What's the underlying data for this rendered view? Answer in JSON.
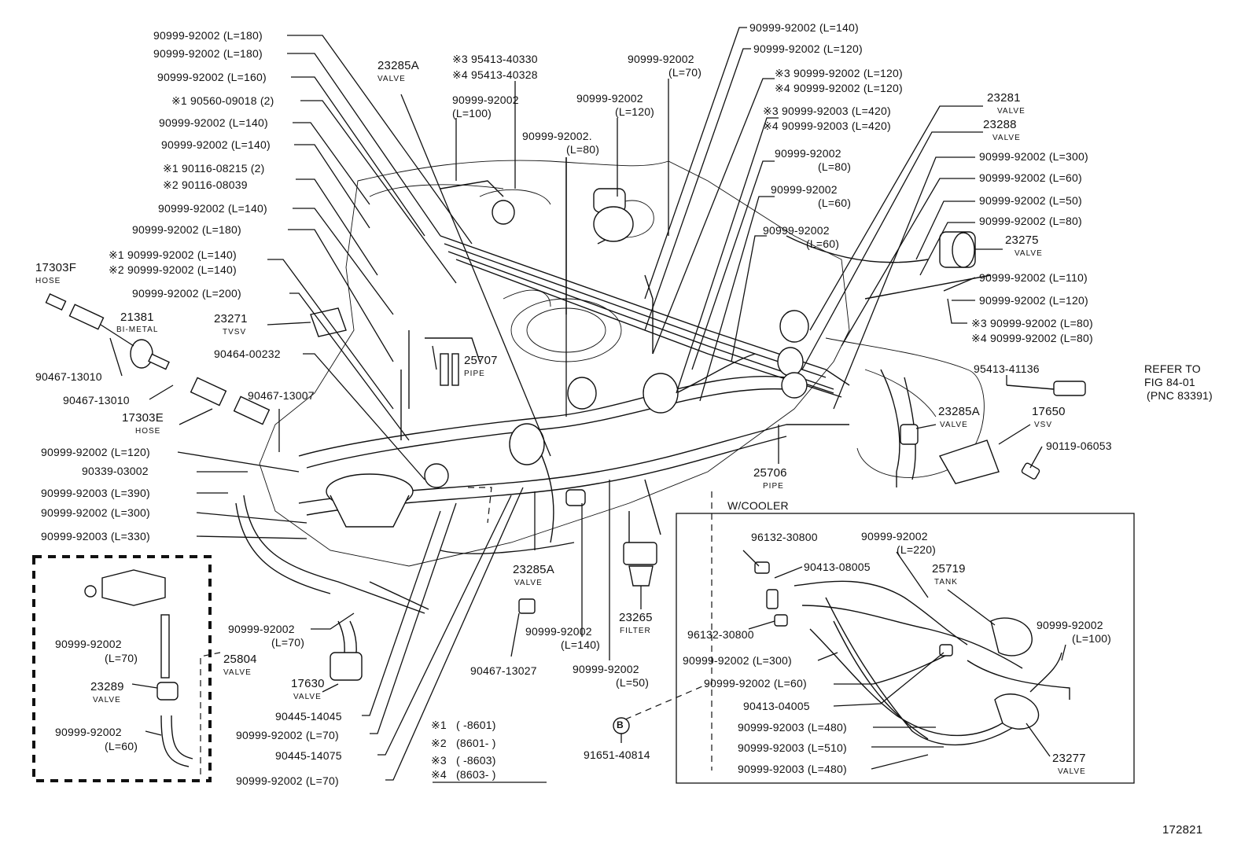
{
  "figure_number": "172821",
  "cooler_box_title": "W/COOLER",
  "refer": {
    "line1": "REFER TO",
    "line2": "FIG 84-01",
    "line3": "(PNC 83391)"
  },
  "left_labels": [
    "90999-92002 (L=180)",
    "90999-92002 (L=180)",
    "90999-92002 (L=160)",
    "※1 90560-09018 (2)",
    "90999-92002 (L=140)",
    "90999-92002 (L=140)",
    "※1 90116-08215 (2)",
    "※2 90116-08039",
    "90999-92002 (L=140)",
    "90999-92002 (L=180)",
    "※1 90999-92002 (L=140)",
    "※2 90999-92002 (L=140)",
    "90999-92002 (L=200)",
    "90464-00232",
    "90467-13007",
    "90999-92002 (L=120)",
    "90339-03002",
    "90999-92003 (L=390)",
    "90999-92002 (L=300)",
    "90999-92003 (L=330)"
  ],
  "left_parts": {
    "p17303f": {
      "num": "17303F",
      "name": "HOSE"
    },
    "p21381": {
      "num": "21381",
      "name": "BI-METAL"
    },
    "clamp1": "90467-13010",
    "clamp2": "90467-13010",
    "p17303e": {
      "num": "17303E",
      "name": "HOSE"
    },
    "p23271": {
      "num": "23271",
      "name": "TVSV"
    }
  },
  "top_labels": {
    "v23285a": {
      "num": "23285A",
      "name": "VALVE"
    },
    "n3": "※3 95413-40330",
    "n4": "※4 95413-40328",
    "h100": {
      "num": "90999-92002",
      "len": "(L=100)"
    },
    "h70": {
      "num": "90999-92002",
      "len": "(L=70)"
    },
    "h120": {
      "num": "90999-92002",
      "len": "(L=120)"
    },
    "h80": {
      "num": "90999-92002.",
      "len": "(L=80)"
    }
  },
  "right_labels": [
    "90999-92002 (L=140)",
    "90999-92002 (L=120)",
    "※3 90999-92002 (L=120)",
    "※4 90999-92002 (L=120)",
    "※3 90999-92003 (L=420)",
    "※4 90999-92003 (L=420)"
  ],
  "right_small": {
    "r80": {
      "num": "90999-92002",
      "len": "(L=80)"
    },
    "r60a": {
      "num": "90999-92002",
      "len": "(L=60)"
    },
    "r60b": {
      "num": "90999-92002",
      "len": "(L=60)"
    }
  },
  "far_right_labels": [
    "90999-92002 (L=300)",
    "90999-92002 (L=60)",
    "90999-92002 (L=50)",
    "90999-92002 (L=80)",
    "90999-92002 (L=110)",
    "90999-92002 (L=120)",
    "※3 90999-92002 (L=80)",
    "※4 90999-92002 (L=80)"
  ],
  "far_right_parts": {
    "v23281": {
      "num": "23281",
      "name": "VALVE"
    },
    "v23288": {
      "num": "23288",
      "name": "VALVE"
    },
    "v23275": {
      "num": "23275",
      "name": "VALVE"
    },
    "p95413": "95413-41136",
    "v23285a2": {
      "num": "23285A",
      "name": "VALVE"
    },
    "vsv17650": {
      "num": "17650",
      "name": "VSV"
    },
    "p90119": "90119-06053",
    "pipe25706": {
      "num": "25706",
      "name": "PIPE"
    },
    "pipe25707": {
      "num": "25707",
      "name": "PIPE"
    }
  },
  "bottom_labels": {
    "v23285a3": {
      "num": "23285A",
      "name": "VALVE"
    },
    "f23265": {
      "num": "23265",
      "name": "FILTER"
    },
    "h140": {
      "num": "90999-92002",
      "len": "(L=140)"
    },
    "h50": {
      "num": "90999-92002",
      "len": "(L=50)"
    },
    "c13027": "90467-13027",
    "b_part": "91651-40814",
    "b_letter": "B",
    "h70b": {
      "num": "90999-92002",
      "len": "(L=70)"
    },
    "v17630": {
      "num": "17630",
      "name": "VALVE"
    },
    "l14045": "90445-14045",
    "l70c": "90999-92002 (L=70)",
    "l14075": "90445-14075",
    "l70d": "90999-92002 (L=70)"
  },
  "inset_left": {
    "h70": {
      "num": "90999-92002",
      "len": "(L=70)"
    },
    "v23289": {
      "num": "23289",
      "name": "VALVE"
    },
    "h60": {
      "num": "90999-92002",
      "len": "(L=60)"
    },
    "v25804": {
      "num": "25804",
      "name": "VALVE"
    }
  },
  "notes": [
    {
      "mark": "※1",
      "range": "(      -8601)"
    },
    {
      "mark": "※2",
      "range": "(8601-      )"
    },
    {
      "mark": "※3",
      "range": "(      -8603)"
    },
    {
      "mark": "※4",
      "range": "(8603-      )"
    }
  ],
  "cooler": {
    "c30800a": "96132-30800",
    "c08005": "90413-08005",
    "c30800b": "96132-30800",
    "h220": {
      "num": "90999-92002",
      "len": "(L=220)"
    },
    "tank": {
      "num": "25719",
      "name": "TANK"
    },
    "h100": {
      "num": "90999-92002",
      "len": "(L=100)"
    },
    "list": [
      "90999-92002 (L=300)",
      "90999-92002 (L=60)",
      "90413-04005",
      "90999-92003 (L=480)",
      "90999-92003 (L=510)",
      "90999-92003 (L=480)"
    ],
    "v23277": {
      "num": "23277",
      "name": "VALVE"
    }
  }
}
